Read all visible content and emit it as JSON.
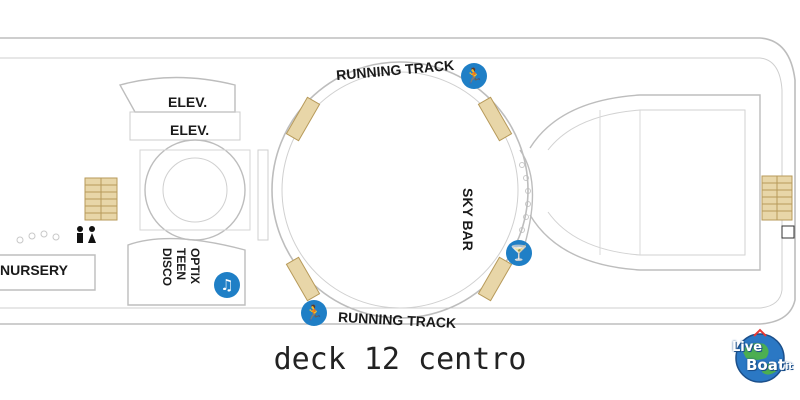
{
  "caption": "deck 12 centro",
  "labels": {
    "running_track_top": "RUNNING TRACK",
    "running_track_bottom": "RUNNING TRACK",
    "elev_upper": "ELEV.",
    "elev_lower": "ELEV.",
    "sky_bar": "SKY BAR",
    "nursery": "NURSERY",
    "optix": [
      "OPTIX",
      "TEEN",
      "DISCO"
    ]
  },
  "logo": {
    "line1": "Live",
    "line2": "Boat",
    "suffix": ".it"
  },
  "icons": {
    "running_top": "runner-icon",
    "running_bottom": "runner-icon",
    "teen_disco": "dancers-icon",
    "sky_bar": "cocktail-glass-icon",
    "restrooms": "restroom-icon",
    "stairs_left": "stairs-icon",
    "stairs_right": "stairs-icon",
    "elevator_right": "elevator-icon"
  },
  "colors": {
    "deck_outline": "#b8b8b8",
    "stairs": "#e8d6a8",
    "badge": "#1f7fc6",
    "text": "#1a1a1a"
  }
}
